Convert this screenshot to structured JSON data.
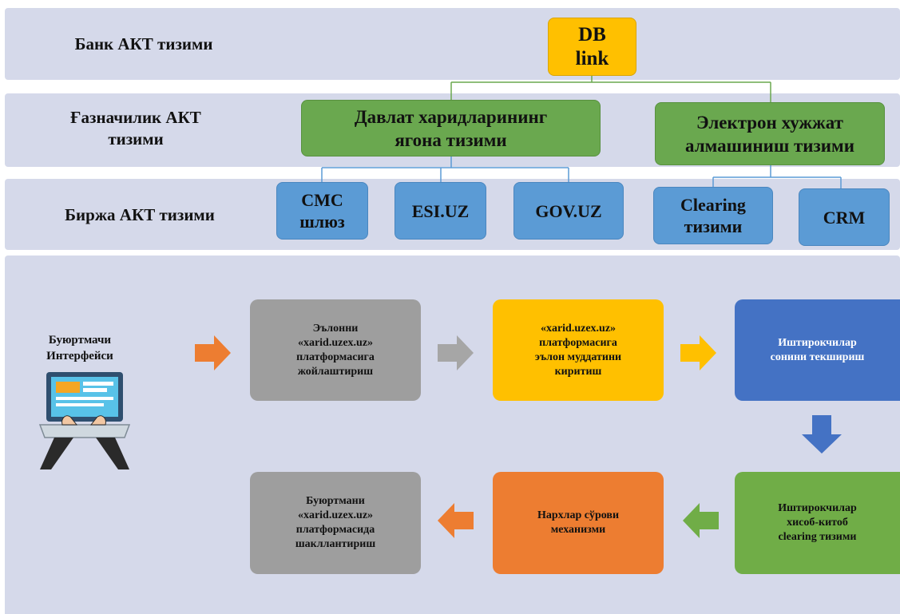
{
  "bands": {
    "bank": "Банк АКТ тизими",
    "treasury": "Ғазначилик АКТ\nтизими",
    "exchange": "Биржа АКТ тизими"
  },
  "boxes": {
    "db_link": "DB\nlink",
    "procurement": "Давлат харидларининг\nягона тизими",
    "edoc": "Электрон хужжат\nалмашиниш тизими",
    "cmc": "CMC\nшлюз",
    "esi": "ESI.UZ",
    "gov": "GOV.UZ",
    "clearing": "Clearing\nтизими",
    "crm": "CRM"
  },
  "flow": {
    "customer_label": "Буюртмачи\nИнтерфейси",
    "step1": "Эълонни\n«xarid.uzex.uz»\nплатформасига\nжойлаштириш",
    "step2": "«xarid.uzex.uz»\nплатформасига\nэълон муддатини\nкиритиш",
    "step3": "Иштирокчилар\nсонини текшириш",
    "step4": "Иштирокчилар\nхисоб-китоб\nclearing тизими",
    "step5": "Нархлар сўрови\nмеханизми",
    "step6": "Буюртмани\n«xarid.uzex.uz»\nплатформасида\nшакллантириш"
  },
  "colors": {
    "band": "#d5d9ea",
    "db_link": "#ffc000",
    "green": "#6aa84f",
    "blue": "#5b9bd5",
    "gray": "#9e9e9e",
    "yellow": "#ffc000",
    "navy": "#4472c4",
    "light_green": "#70ad47",
    "orange": "#ed7d31"
  },
  "icons": [
    "laptop-icon",
    "arrow-right-icon",
    "arrow-down-icon",
    "arrow-left-icon"
  ]
}
